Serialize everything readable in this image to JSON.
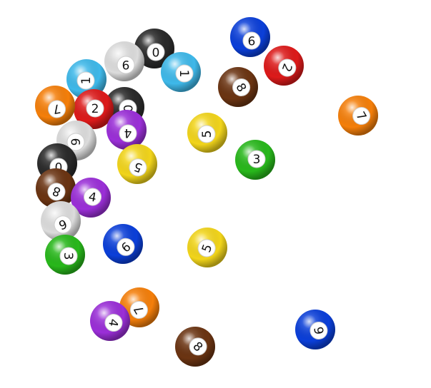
{
  "balls": [
    {
      "number": "0",
      "color": "#2a2a2a"
    },
    {
      "number": "9",
      "color": "#0b3fd9"
    },
    {
      "number": "9",
      "color": "#dcdcdc"
    },
    {
      "number": "1",
      "color": "#3fb9ea"
    },
    {
      "number": "2",
      "color": "#dd1a1a"
    },
    {
      "number": "1",
      "color": "#3fb9ea"
    },
    {
      "number": "8",
      "color": "#6b3412"
    },
    {
      "number": "7",
      "color": "#f57f0a"
    },
    {
      "number": "0",
      "color": "#2a2a2a"
    },
    {
      "number": "2",
      "color": "#dd1a1a"
    },
    {
      "number": "7",
      "color": "#f57f0a"
    },
    {
      "number": "4",
      "color": "#9b2fd8"
    },
    {
      "number": "5",
      "color": "#f2d51b"
    },
    {
      "number": "9",
      "color": "#dcdcdc"
    },
    {
      "number": "3",
      "color": "#28b81b"
    },
    {
      "number": "5",
      "color": "#f2d51b"
    },
    {
      "number": "0",
      "color": "#2a2a2a"
    },
    {
      "number": "8",
      "color": "#6b3412"
    },
    {
      "number": "4",
      "color": "#9b2fd8"
    },
    {
      "number": "6",
      "color": "#dcdcdc"
    },
    {
      "number": "3",
      "color": "#28b81b"
    },
    {
      "number": "9",
      "color": "#0b3fd9"
    },
    {
      "number": "5",
      "color": "#f2d51b"
    },
    {
      "number": "7",
      "color": "#f57f0a"
    },
    {
      "number": "4",
      "color": "#9b2fd8"
    },
    {
      "number": "9",
      "color": "#0b3fd9"
    },
    {
      "number": "8",
      "color": "#6b3412"
    }
  ]
}
